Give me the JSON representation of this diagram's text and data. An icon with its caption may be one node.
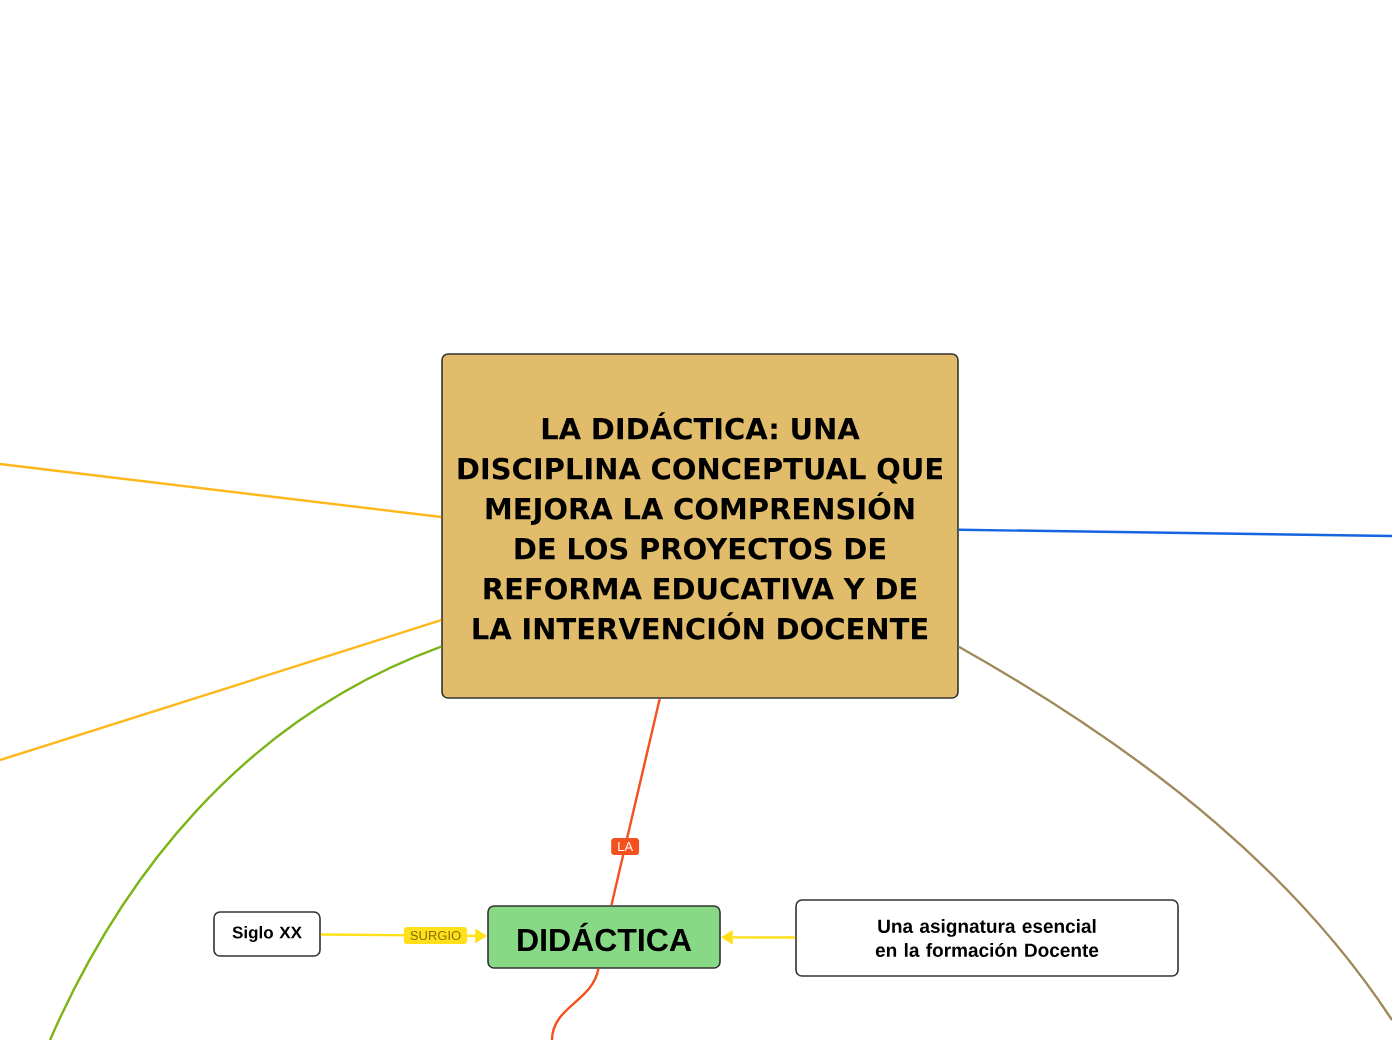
{
  "diagram": {
    "nodes": [
      {
        "text": [
          "LA DIDÁCTICA: UNA DISCIPLINA CONCEPTUAL QUE MEJORA LA COMPRENSIÓN DE LOS PROYECTOS DE REFORMA EDUCATIVA Y DE LA INTERVENCIÓN DOCENTE"
        ]
      },
      {
        "text": [
          "DIDÁCTICA"
        ]
      },
      {
        "text": [
          "Siglo XX"
        ]
      },
      {
        "text": [
          "Una asignatura esencial en la formación Docente"
        ]
      }
    ],
    "edges": [
      {
        "from": 0,
        "to": 1,
        "arrow": "none",
        "label": "LA",
        "color": "#f4511e"
      },
      {
        "from": 2,
        "to": 1,
        "arrow": "to",
        "label": "SURGIO",
        "color": "#ffe01a"
      },
      {
        "from": 3,
        "to": 1,
        "arrow": "to",
        "color": "#ffe01a"
      },
      {
        "from": 1,
        "to": null,
        "arrow": "none",
        "color": "#f4511e"
      },
      {
        "from": 0,
        "to": null,
        "arrow": "none",
        "color": "#ffb81c"
      },
      {
        "from": 0,
        "to": null,
        "arrow": "none",
        "color": "#ffb81c"
      },
      {
        "from": 0,
        "to": null,
        "arrow": "none",
        "color": "#7cb518"
      },
      {
        "from": 0,
        "to": null,
        "arrow": "none",
        "color": "#1565e0"
      },
      {
        "from": 0,
        "to": null,
        "arrow": "none",
        "color": "#a08a5c"
      }
    ]
  }
}
